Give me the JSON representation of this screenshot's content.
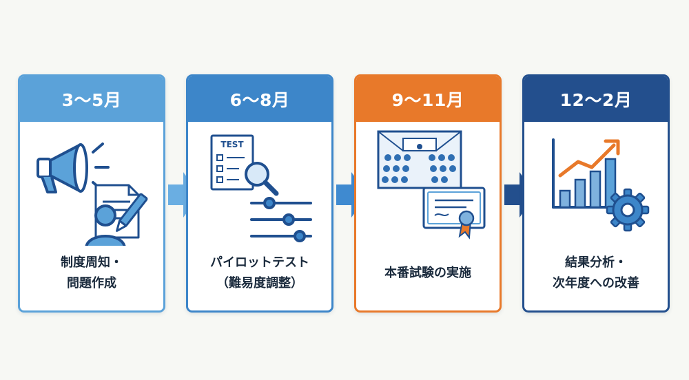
{
  "steps": [
    {
      "period": "3〜5月",
      "lines": [
        "制度周知・",
        "問題作成"
      ],
      "color": "#5ba2d9",
      "icon": "megaphone-announcement-icon"
    },
    {
      "period": "6〜8月",
      "lines": [
        "パイロットテスト",
        "（難易度調整）"
      ],
      "color": "#3d86c9",
      "icon": "test-review-adjust-icon",
      "test_label": "TEST"
    },
    {
      "period": "9〜11月",
      "lines": [
        "本番試験の実施"
      ],
      "color": "#e8792a",
      "icon": "exam-hall-certificate-icon"
    },
    {
      "period": "12〜2月",
      "lines": [
        "結果分析・",
        "次年度への改善"
      ],
      "color": "#234f8d",
      "icon": "analysis-chart-gear-icon"
    }
  ]
}
